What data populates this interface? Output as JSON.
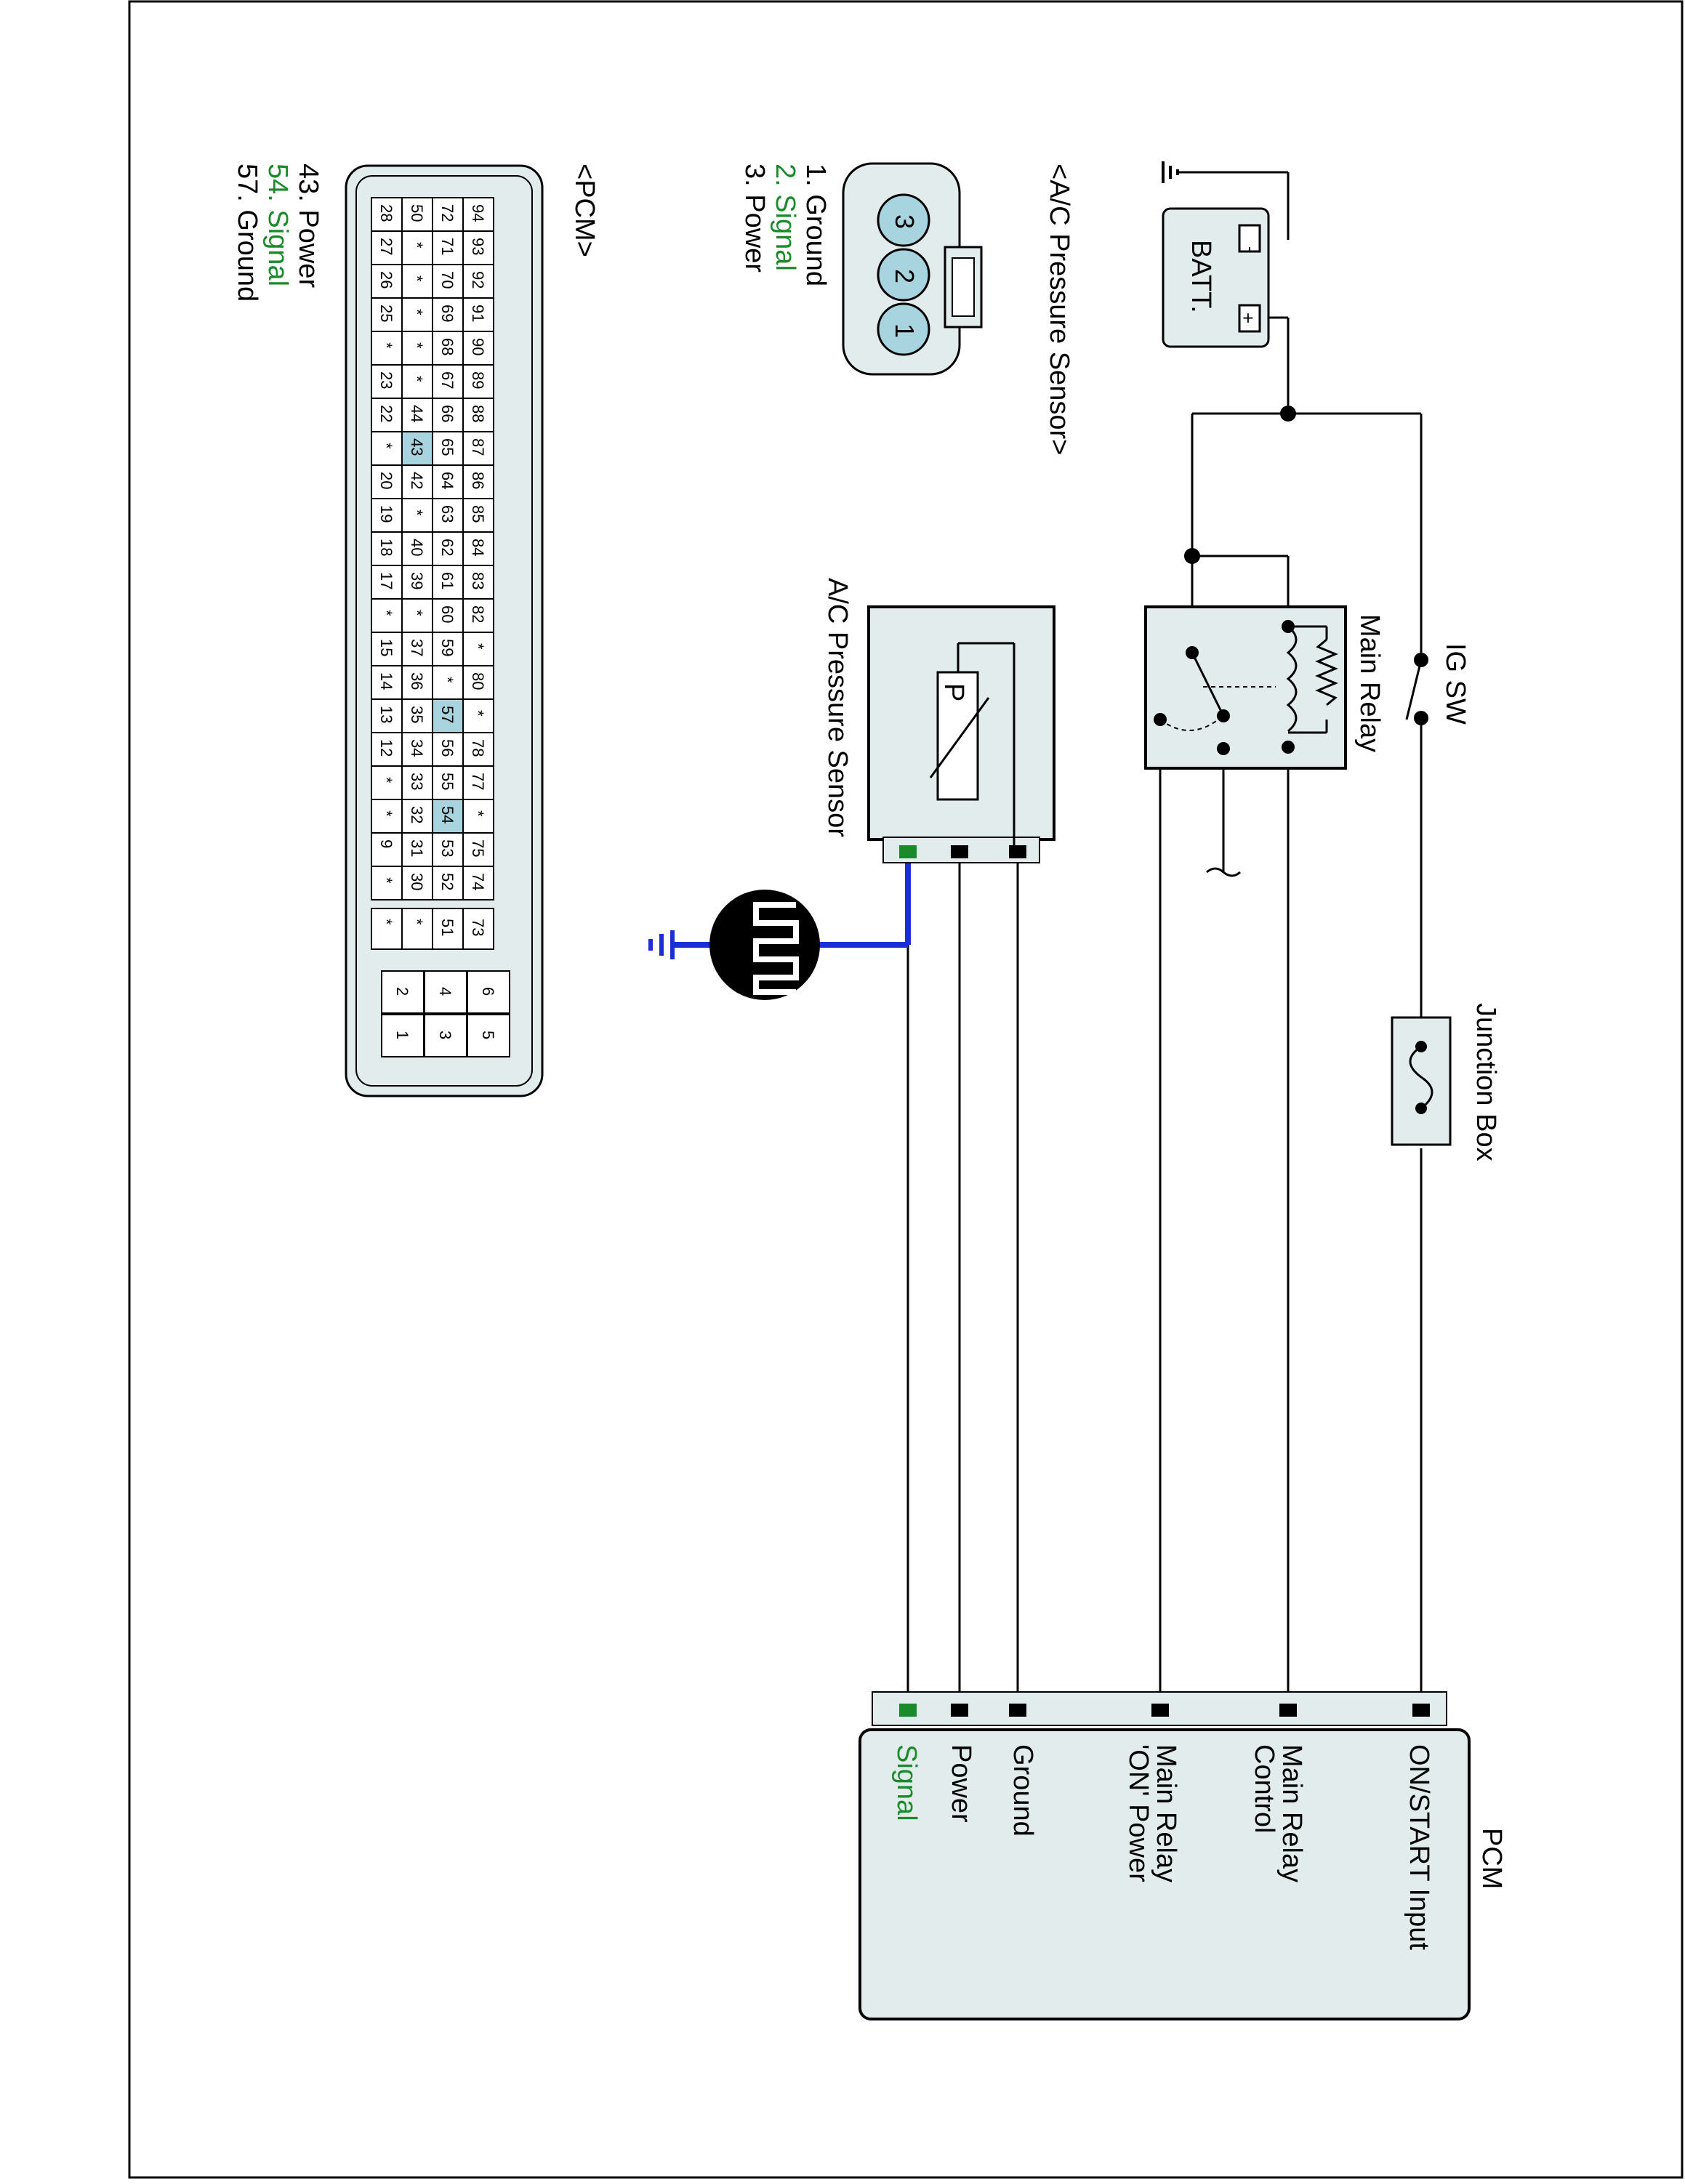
{
  "labels": {
    "batt": "BATT.",
    "ig_sw": "IG SW",
    "main_relay": "Main Relay",
    "junction_box": "Junction Box",
    "sensor": "A/C Pressure Sensor",
    "sensor_p": "P",
    "pcm": "PCM"
  },
  "pcm_terminals": [
    "ON/START  Input",
    "Main Relay\nControl",
    "Main Relay\n'ON' Power",
    "Ground",
    "Power",
    "Signal"
  ],
  "sensor_connector": {
    "title": "<A/C Pressure Sensor>",
    "pins": [
      "1",
      "2",
      "3"
    ],
    "legend": [
      "1. Ground",
      "2. Signal",
      "3. Power"
    ],
    "highlight": "2. Signal"
  },
  "pcm_connector": {
    "title": "<PCM>",
    "legend": [
      "43. Power",
      "54. Signal",
      "57. Ground"
    ],
    "highlight": "54. Signal",
    "rows": [
      [
        "94",
        "93",
        "92",
        "91",
        "90",
        "89",
        "88",
        "87",
        "86",
        "85",
        "84",
        "83",
        "82",
        "*",
        "80",
        "*",
        "78",
        "77",
        "*",
        "75",
        "74"
      ],
      [
        "72",
        "71",
        "70",
        "69",
        "68",
        "67",
        "66",
        "65",
        "64",
        "63",
        "62",
        "61",
        "60",
        "59",
        "*",
        "57",
        "56",
        "55",
        "54",
        "53",
        "52"
      ],
      [
        "50",
        "*",
        "*",
        "*",
        "*",
        "*",
        "44",
        "43",
        "42",
        "*",
        "40",
        "39",
        "*",
        "37",
        "36",
        "35",
        "34",
        "33",
        "32",
        "31",
        "30"
      ],
      [
        "28",
        "27",
        "26",
        "25",
        "*",
        "23",
        "22",
        "*",
        "20",
        "19",
        "18",
        "17",
        "*",
        "15",
        "14",
        "13",
        "12",
        "*",
        "*",
        "9",
        "*"
      ]
    ],
    "side_block": [
      "73",
      "51",
      "*",
      "*"
    ],
    "small_block": [
      [
        "6",
        "5"
      ],
      [
        "4",
        "3"
      ],
      [
        "2",
        "1"
      ]
    ],
    "highlighted_pins": [
      "43",
      "57",
      "54"
    ]
  },
  "colors": {
    "signal_wire": "#1a2fd6",
    "signal_text": "#1b8a2a",
    "component_fill": "#e3ecec",
    "pin_highlight": "#a8d4df"
  }
}
